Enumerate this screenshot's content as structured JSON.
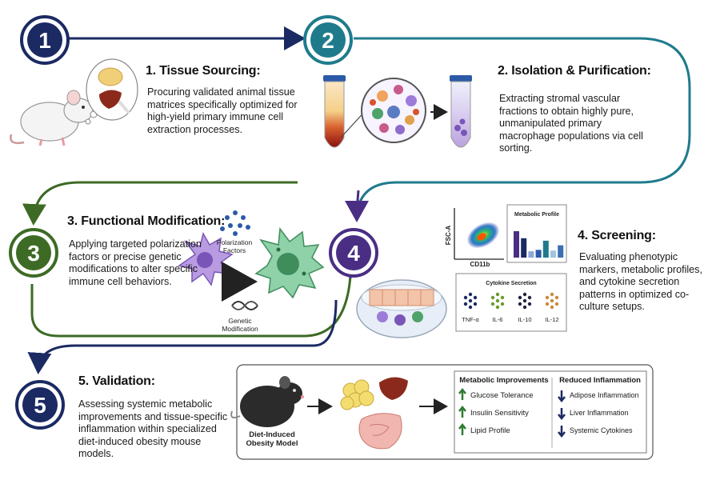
{
  "colors": {
    "step1": "#1b2a63",
    "step2": "#1f7b8c",
    "step3": "#3d6b25",
    "step4": "#4a2e84",
    "step5": "#1b2a63"
  },
  "steps": [
    {
      "number": "1",
      "title": "1. Tissue Sourcing:",
      "text": "Procuring validated animal tissue matrices specifically optimized for high-yield primary immune cell extraction processes."
    },
    {
      "number": "2",
      "title": "2. Isolation & Purification:",
      "text": "Extracting stromal vascular fractions to obtain highly pure, unmanipulated primary macrophage populations via cell sorting."
    },
    {
      "number": "3",
      "title": "3. Functional Modification:",
      "text": "Applying targeted polarization factors or precise genetic modifications to alter specific immune cell behaviors."
    },
    {
      "number": "4",
      "title": "4. Screening:",
      "text": "Evaluating phenotypic markers, metabolic profiles, and cytokine secretion patterns in optimized co-culture setups."
    },
    {
      "number": "5",
      "title": "5.  Validation:",
      "text": "Assessing systemic metabolic improvements and tissue-specific inflammation within specialized diet-induced obesity mouse models."
    }
  ],
  "modification": {
    "polarization_label": "Polarization Factors",
    "genetic_label": "Genetic Modification"
  },
  "screening": {
    "flow": {
      "y_label": "FSC-A",
      "x_label": "CD11b"
    },
    "metabolic_title": "Metabolic Profile",
    "metabolic_bars": [
      0.75,
      0.55,
      0.18,
      0.22,
      0.48,
      0.2,
      0.35
    ],
    "cytokine_title": "Cytokine Secretion",
    "cytokines": [
      "TNF-α",
      "IL-6",
      "IL-10",
      "IL-12"
    ]
  },
  "validation": {
    "model_label": "Diet-Induced Obesity Model",
    "improvements_title": "Metabolic Improvements",
    "improvements": [
      "Glucose Tolerance",
      "Insulin Sensitivity",
      "Lipid Profile"
    ],
    "inflammation_title": "Reduced Inflammation",
    "inflammation": [
      "Adipose Inflammation",
      "Liver Inflammation",
      "Systemic Cytokines"
    ]
  }
}
